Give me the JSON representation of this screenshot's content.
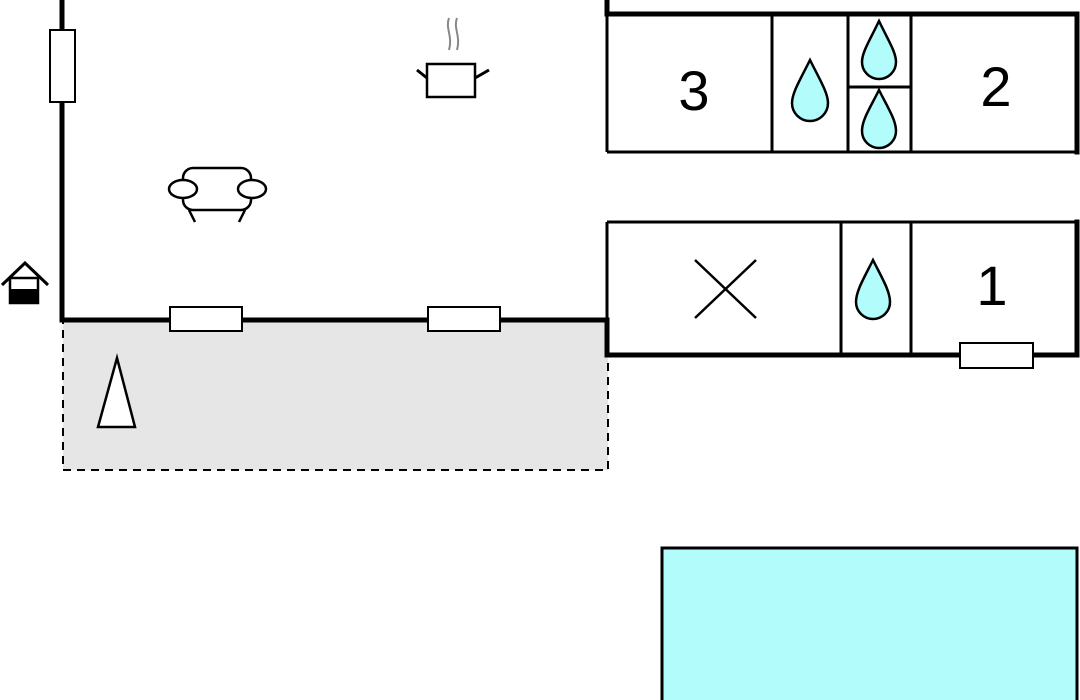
{
  "rooms": {
    "bedroom_a": "3",
    "bedroom_b": "2",
    "bedroom_c": "1"
  },
  "colors": {
    "water": "#b2fcfc",
    "terrace": "#e6e6e6",
    "pool": "#b2fcfc",
    "wall": "#000000"
  },
  "icons": [
    "kitchen-pot-icon",
    "sofa-icon",
    "entrance-house-icon",
    "tree-icon",
    "water-drop-icon",
    "cross-icon"
  ]
}
